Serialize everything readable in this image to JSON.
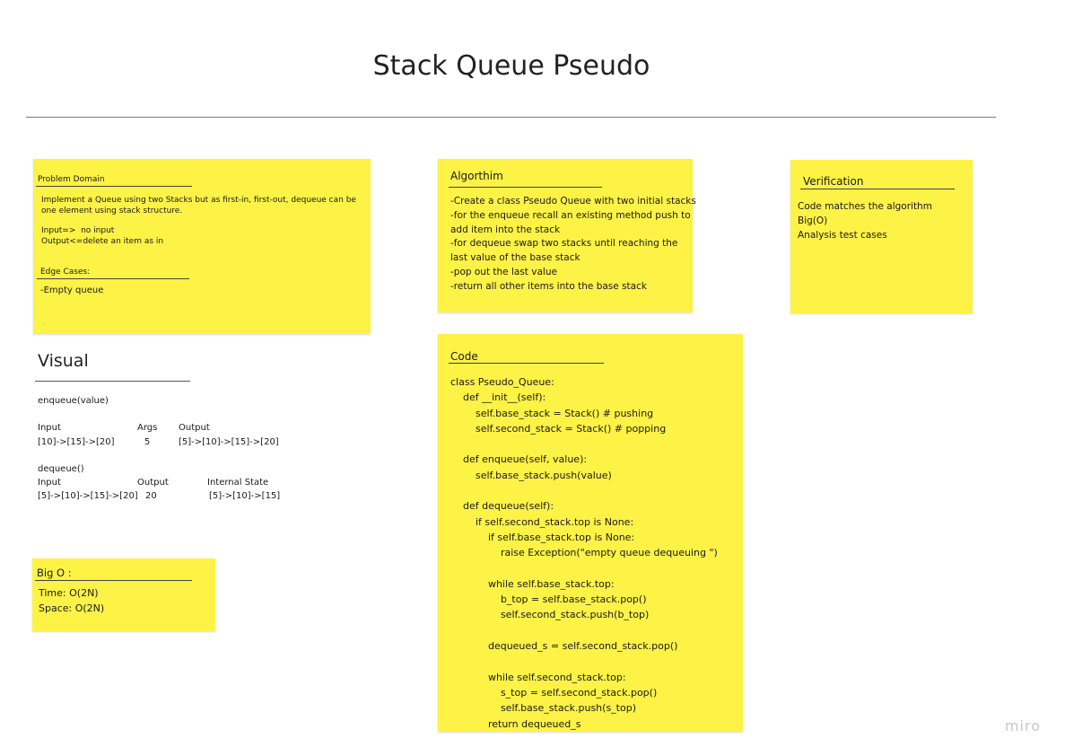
{
  "title": "Stack Queue Pseudo",
  "problem_domain": {
    "header": "Problem Domain",
    "description": "Implement a Queue using two Stacks but as first-in, first-out, dequeue can be\none element using stack structure.",
    "io": "Input=>  no input\nOutput<=delete an item as in",
    "edge_header": "Edge Cases:",
    "edge_text": "-Empty queue"
  },
  "algorithm": {
    "header": "Algorthim",
    "lines": "-Create a class Pseudo Queue with two initial stacks\n-for the enqueue recall an existing method push to\nadd item into the stack\n-for dequeue swap two stacks until reaching the\nlast value of the base stack\n-pop out the last value\n-return all other items into the base stack"
  },
  "verification": {
    "header": "Verification",
    "lines": "Code matches the algorithm\nBig(O)\nAnalysis test cases"
  },
  "visual": {
    "header": "Visual",
    "enqueue_title": "enqueue(value)",
    "enqueue_cols": [
      "Input",
      "Args",
      "Output"
    ],
    "enqueue_vals": [
      "[10]->[15]->[20]",
      "5",
      "[5]->[10]->[15]->[20]"
    ],
    "dequeue_title": "dequeue()",
    "dequeue_cols": [
      "Input",
      "Output",
      "Internal State"
    ],
    "dequeue_vals": [
      "[5]->[10]->[15]->[20]",
      "20",
      "[5]->[10]->[15]"
    ]
  },
  "code": {
    "header": "Code",
    "text": "class Pseudo_Queue:\n    def __init__(self):\n        self.base_stack = Stack() # pushing\n        self.second_stack = Stack() # popping\n\n    def enqueue(self, value):\n        self.base_stack.push(value)\n\n    def dequeue(self):\n        if self.second_stack.top is None:\n            if self.base_stack.top is None:\n                raise Exception(\"empty queue dequeuing \")\n\n            while self.base_stack.top:\n                b_top = self.base_stack.pop()\n                self.second_stack.push(b_top)\n\n            dequeued_s = self.second_stack.pop()\n\n            while self.second_stack.top:\n                s_top = self.second_stack.pop()\n                self.base_stack.push(s_top)\n            return dequeued_s"
  },
  "big_o": {
    "header": "Big O :",
    "time": "Time: O(2N)",
    "space": "Space: O(2N)"
  },
  "watermark": "miro",
  "colors": {
    "sticky": "#fdf246",
    "rule": "#7a7a7a"
  }
}
